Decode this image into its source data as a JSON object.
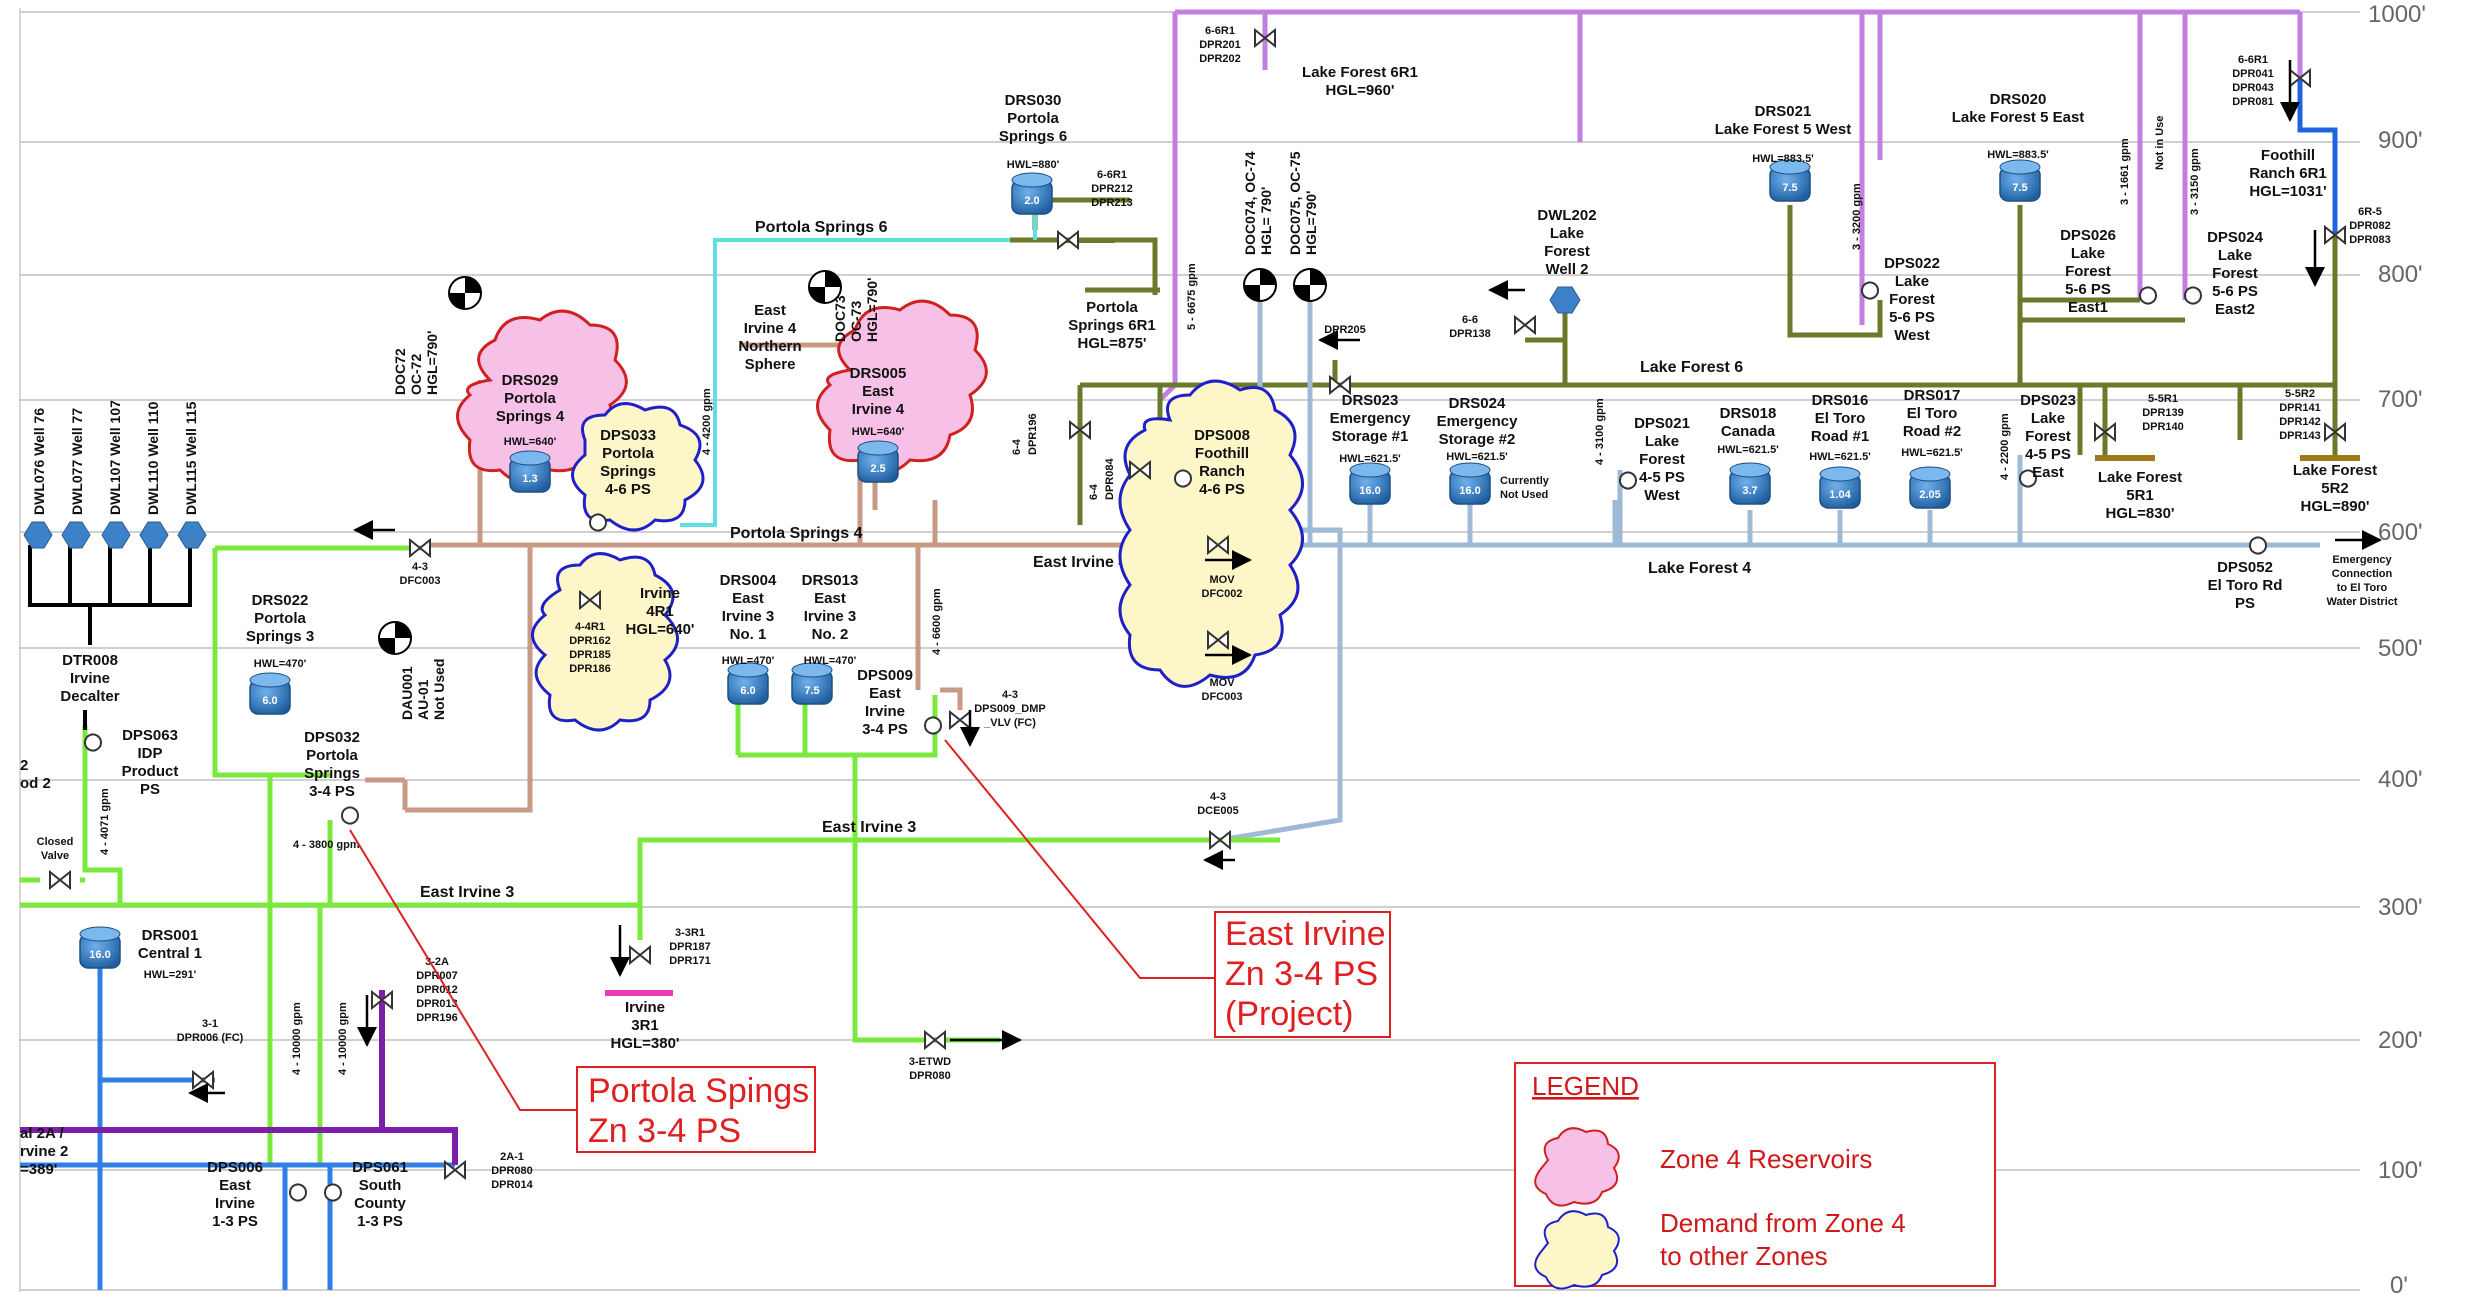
{
  "colors": {
    "grid": "#d0d0d0",
    "lake_forest_zone": "#6b7a2a",
    "zone_purple": "#c27ee0",
    "zone4_tan": "#c89a84",
    "zone3_green": "#7be83d",
    "zone1_blue": "#2f7fe6",
    "aqua": "#5fe0e0",
    "lake_forest4_grey_blue": "#9fbad6",
    "magenta": "#e83ab8",
    "dark_purple": "#7b1fa8",
    "blue_6r1": "#1f63e0",
    "reservoir_fill": "#3d82c8",
    "zone4_reservoir_cloud": "#f7c0e6",
    "demand_cloud": "#fdf6c8",
    "callout_red": "#e02020"
  },
  "elevations": [
    "1000'",
    "900'",
    "800'",
    "700'",
    "600'",
    "500'",
    "400'",
    "300'",
    "200'",
    "100'",
    "0'"
  ],
  "line_labels": {
    "lake_forest_6": "Lake Forest 6",
    "lake_forest_4": "Lake Forest 4",
    "portola_springs_6": "Portola Springs 6",
    "portola_springs_4": "Portola Springs 4",
    "east_irvine_4": "East Irvine 4",
    "east_irvine_3_upper": "East Irvine 3",
    "east_irvine_3_lower": "East Irvine 3"
  },
  "facilities": {
    "drs030": [
      "DRS030",
      "Portola",
      "Springs 6"
    ],
    "drs030_hwl": "HWL=880'",
    "drs021": [
      "DRS021",
      "Lake Forest 5 West"
    ],
    "drs021_hwl": "HWL=883.5'",
    "drs020": [
      "DRS020",
      "Lake Forest 5 East"
    ],
    "drs020_hwl": "HWL=883.5'",
    "dwl202": [
      "DWL202",
      "Lake",
      "Forest",
      "Well 2"
    ],
    "dps022": [
      "DPS022",
      "Lake",
      "Forest",
      "5-6 PS",
      "West"
    ],
    "dps026": [
      "DPS026",
      "Lake",
      "Forest",
      "5-6 PS",
      "East1"
    ],
    "dps024": [
      "DPS024",
      "Lake",
      "Forest",
      "5-6 PS",
      "East2"
    ],
    "foothill_6r1": [
      "Foothill",
      "Ranch 6R1",
      "HGL=1031'"
    ],
    "lake_forest_6r1": [
      "Lake Forest 6R1",
      "HGL=960'"
    ],
    "portola_6r1": [
      "Portola",
      "Springs 6R1",
      "HGL=875'"
    ],
    "drs023": [
      "DRS023",
      "Emergency",
      "Storage #1"
    ],
    "drs023_hwl": "HWL=621.5'",
    "drs024": [
      "DRS024",
      "Emergency",
      "Storage #2"
    ],
    "drs024_hwl": "HWL=621.5'",
    "drs024_note": [
      "Currently",
      "Not Used"
    ],
    "dps021": [
      "DPS021",
      "Lake",
      "Forest",
      "4-5 PS",
      "West"
    ],
    "drs018": [
      "DRS018",
      "Canada"
    ],
    "drs018_hwl": "HWL=621.5'",
    "drs016": [
      "DRS016",
      "El Toro",
      "Road #1"
    ],
    "drs016_hwl": "HWL=621.5'",
    "drs017": [
      "DRS017",
      "El Toro",
      "Road #2"
    ],
    "drs017_hwl": "HWL=621.5'",
    "dps023": [
      "DPS023",
      "Lake",
      "Forest",
      "4-5 PS",
      "East"
    ],
    "lake_forest_5r1": [
      "Lake Forest",
      "5R1",
      "HGL=830'"
    ],
    "lake_forest_5r2": [
      "Lake Forest",
      "5R2",
      "HGL=890'"
    ],
    "dps052": [
      "DPS052",
      "El Toro Rd",
      "PS"
    ],
    "emergency_conn": [
      "Emergency",
      "Connection",
      "to El Toro",
      "Water District"
    ],
    "drs029": [
      "DRS029",
      "Portola",
      "Springs 4"
    ],
    "drs029_hwl": "HWL=640'",
    "dps033": [
      "DPS033",
      "Portola",
      "Springs",
      "4-6 PS"
    ],
    "drs005": [
      "DRS005",
      "East",
      "Irvine 4"
    ],
    "drs005_hwl": "HWL=640'",
    "east_irvine_4_sphere": [
      "East",
      "Irvine 4",
      "Northern",
      "Sphere"
    ],
    "dps008": [
      "DPS008",
      "Foothill",
      "Ranch",
      "4-6 PS"
    ],
    "mov_dfc002": [
      "MOV",
      "DFC002"
    ],
    "mov_dfc003": [
      "MOV",
      "DFC003"
    ],
    "irvine_4r1": [
      "Irvine",
      "4R1",
      "HGL=640'"
    ],
    "drs022": [
      "DRS022",
      "Portola",
      "Springs 3"
    ],
    "drs022_hwl": "HWL=470'",
    "drs004": [
      "DRS004",
      "East",
      "Irvine 3",
      "No. 1"
    ],
    "drs004_hwl": "HWL=470'",
    "drs013": [
      "DRS013",
      "East",
      "Irvine 3",
      "No. 2"
    ],
    "drs013_hwl": "HWL=470'",
    "dps009": [
      "DPS009",
      "East",
      "Irvine",
      "3-4 PS"
    ],
    "dps032": [
      "DPS032",
      "Portola",
      "Springs",
      "3-4 PS"
    ],
    "dtr008": [
      "DTR008",
      "Irvine",
      "Decalter"
    ],
    "dps063": [
      "DPS063",
      "IDP",
      "Product",
      "PS"
    ],
    "drs001": [
      "DRS001",
      "Central 1"
    ],
    "drs001_hwl": "HWL=291'",
    "irvine_3r1": [
      "Irvine",
      "3R1",
      "HGL=380'"
    ],
    "dps006": [
      "DPS006",
      "East",
      "Irvine",
      "1-3 PS"
    ],
    "dps061": [
      "DPS061",
      "South",
      "County",
      "1-3 PS"
    ],
    "central2a_frag": [
      "al 2A /",
      "rvine 2",
      "=389'"
    ],
    "left_frag": [
      "2",
      "od 2"
    ],
    "closed_valve": [
      "Closed",
      "Valve"
    ],
    "dau001": [
      "DAU001",
      "AU-01",
      "Not Used"
    ],
    "doc72": [
      "DOC72",
      "OC-72",
      "HGL=790'"
    ],
    "doc73": [
      "DOC73",
      "OC-73",
      "HGL=790'"
    ],
    "doc74": [
      "DOC074, OC-74",
      "HGL= 790'"
    ],
    "doc75": [
      "DOC075, OC-75",
      "HGL=790'"
    ]
  },
  "wells": [
    "DWL076 Well 76",
    "DWL077 Well 77",
    "DWL107 Well 107",
    "DWL110 Well 110",
    "DWL115 Well 115"
  ],
  "reservoir_values": {
    "drs030": "2.0",
    "drs021": "7.5",
    "drs020": "7.5",
    "drs023": "16.0",
    "drs024": "16.0",
    "drs018": "3.7",
    "drs016": "1.04",
    "drs017": "2.05",
    "drs029": "1.3",
    "drs005": "2.5",
    "drs022": "6.0",
    "drs004": "6.0",
    "drs013": "7.5",
    "drs001": "16.0"
  },
  "valves": {
    "v_6r1_top": [
      "6-6R1",
      "DPR201",
      "DPR202"
    ],
    "v_6r1_portola": [
      "6-6R1",
      "DPR212",
      "DPR213"
    ],
    "v_6r1_foothill": [
      "6-6R1",
      "DPR041",
      "DPR043",
      "DPR081"
    ],
    "v_6r5": [
      "6R-5",
      "DPR082",
      "DPR083"
    ],
    "v_66": [
      "6-6",
      "DPR138"
    ],
    "v_dpr205": [
      "DPR205"
    ],
    "v_5r1": [
      "5-5R1",
      "DPR139",
      "DPR140"
    ],
    "v_5r2": [
      "5-5R2",
      "DPR141",
      "DPR142",
      "DPR143"
    ],
    "v_43_dfc003": [
      "4-3",
      "DFC003"
    ],
    "v_44r1": [
      "4-4R1",
      "DPR162",
      "DPR185",
      "DPR186"
    ],
    "v_43_dps009": [
      "4-3",
      "DPS009_DMP",
      "_VLV (FC)"
    ],
    "v_43_dce005": [
      "4-3",
      "DCE005"
    ],
    "v_33r1": [
      "3-3R1",
      "DPR187",
      "DPR171"
    ],
    "v_3etwd": [
      "3-ETWD",
      "DPR080"
    ],
    "v_31": [
      "3-1",
      "DPR006 (FC)"
    ],
    "v_32a": [
      "3-2A",
      "DPR007",
      "DPR012",
      "DPR013",
      "DPR196"
    ],
    "v_2a1": [
      "2A-1",
      "DPR080",
      "DPR014"
    ],
    "v_64": [
      "6-4",
      "DPR196"
    ],
    "v_64b": [
      "6-4",
      "DPR084"
    ]
  },
  "flow_labels": {
    "f1": "4 - 4200 gpm",
    "f2": "5 - 6675 gpm",
    "f3": "3 - 3200 gpm",
    "f4": "3 - 1661 gpm",
    "f5": "Not in Use",
    "f6": "3 - 3150 gpm",
    "f7": "4 - 3100 gpm",
    "f8": "4 - 2200 gpm",
    "f9": "4 - 6600 gpm",
    "f10": "4 - 3800 gpm",
    "f11": "4 - 4071 gpm",
    "f12": "4 - 10000 gpm",
    "f13": "4 - 10000 gpm"
  },
  "callouts": {
    "east_irvine": [
      "East Irvine",
      "Zn 3-4 PS",
      "(Project)"
    ],
    "portola": [
      "Portola Spings",
      "Zn 3-4 PS"
    ]
  },
  "legend": {
    "title": "LEGEND",
    "zone4": "Zone 4 Reservoirs",
    "demand": [
      "Demand from Zone 4",
      "to other Zones"
    ]
  }
}
